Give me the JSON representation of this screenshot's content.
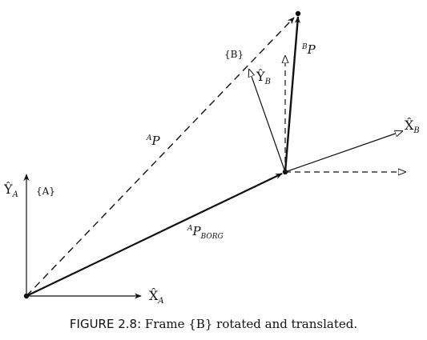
{
  "figure": {
    "labels": {
      "frame_a": "{A}",
      "frame_b": "{B}",
      "x_a_hat": "X̂",
      "x_a_sub": "A",
      "y_a_hat": "Ŷ",
      "y_a_sub": "A",
      "x_b_hat": "X̂",
      "x_b_sub": "B",
      "y_b_hat": "Ŷ",
      "y_b_sub": "B",
      "ap_sup": "A",
      "ap_main": "P",
      "bp_sup": "B",
      "bp_main": "P",
      "aporg_sup": "A",
      "aporg_main": "P",
      "aporg_sub": "BORG"
    },
    "caption": {
      "label": "FIGURE 2.8:",
      "text": "Frame {B} rotated and translated."
    },
    "colors": {
      "ink": "#111111"
    }
  }
}
